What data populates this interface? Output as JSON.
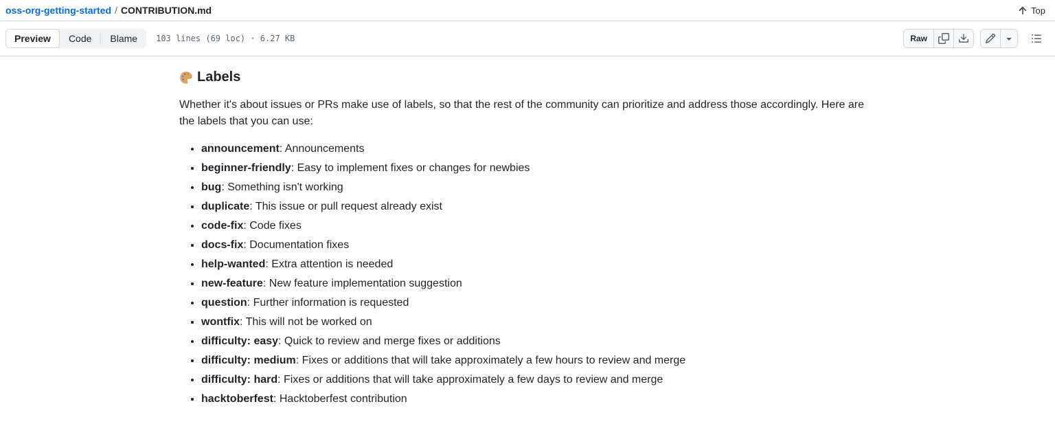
{
  "breadcrumb": {
    "repo": "oss-org-getting-started",
    "separator": "/",
    "file": "CONTRIBUTION.md",
    "top_label": "Top"
  },
  "tabs": [
    {
      "label": "Preview",
      "active": true
    },
    {
      "label": "Code",
      "active": false
    },
    {
      "label": "Blame",
      "active": false
    }
  ],
  "file_info": "103 lines (69 loc) · 6.27 KB",
  "toolbar": {
    "raw_label": "Raw",
    "icons": {
      "copy": "copy-icon",
      "download": "download-icon",
      "edit": "pencil-icon",
      "more": "triangle-down-icon",
      "outline": "list-unordered-icon"
    }
  },
  "content": {
    "heading_emoji": "🎨",
    "heading": "Labels",
    "intro": "Whether it's about issues or PRs make use of labels, so that the rest of the community can prioritize and address those accordingly. Here are the labels that you can use:",
    "labels": [
      {
        "name": "announcement",
        "description": "Announcements"
      },
      {
        "name": "beginner-friendly",
        "description": "Easy to implement fixes or changes for newbies"
      },
      {
        "name": "bug",
        "description": "Something isn't working"
      },
      {
        "name": "duplicate",
        "description": "This issue or pull request already exist"
      },
      {
        "name": "code-fix",
        "description": "Code fixes"
      },
      {
        "name": "docs-fix",
        "description": "Documentation fixes"
      },
      {
        "name": "help-wanted",
        "description": "Extra attention is needed"
      },
      {
        "name": "new-feature",
        "description": "New feature implementation suggestion"
      },
      {
        "name": "question",
        "description": "Further information is requested"
      },
      {
        "name": "wontfix",
        "description": "This will not be worked on"
      },
      {
        "name": "difficulty: easy",
        "description": "Quick to review and merge fixes or additions"
      },
      {
        "name": "difficulty: medium",
        "description": "Fixes or additions that will take approximately a few hours to review and merge"
      },
      {
        "name": "difficulty: hard",
        "description": "Fixes or additions that will take approximately a few days to review and merge"
      },
      {
        "name": "hacktoberfest",
        "description": "Hacktoberfest contribution"
      }
    ]
  },
  "colors": {
    "link_blue": "#0969da",
    "text_primary": "#1f2328",
    "text_muted": "#59636e",
    "border": "#d1d9e0",
    "segmented_bg": "#eff1f4",
    "button_bg": "#f6f8fa",
    "page_bg": "#ffffff"
  }
}
